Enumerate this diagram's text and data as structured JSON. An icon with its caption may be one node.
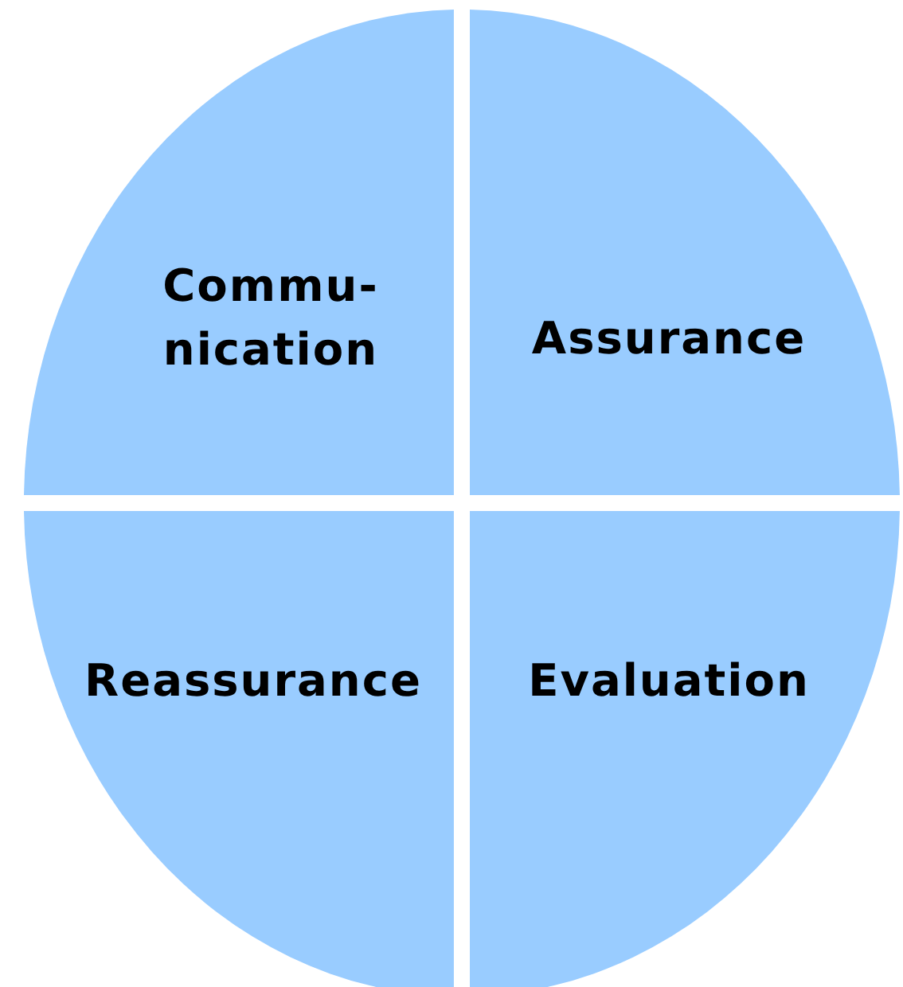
{
  "diagram": {
    "nodes": [
      {
        "text": [
          "Commu- nication"
        ]
      },
      {
        "text": [
          "Assurance"
        ]
      },
      {
        "text": [
          "Reassurance"
        ]
      },
      {
        "text": [
          "Evaluation"
        ]
      }
    ]
  }
}
